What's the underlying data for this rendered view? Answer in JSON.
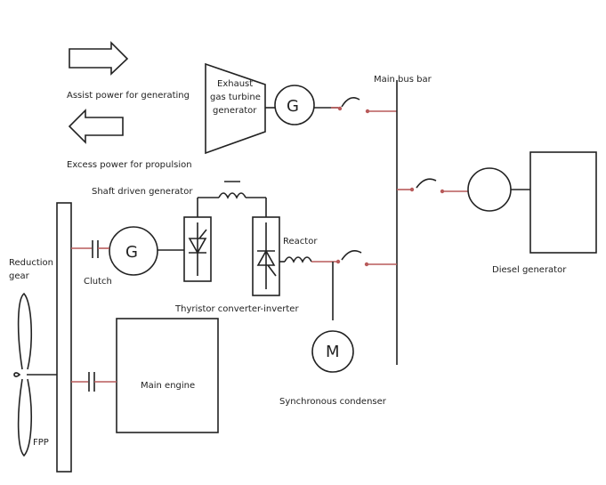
{
  "labels": {
    "assist_power": "Assist power for generating",
    "excess_power": "Excess power for propulsion",
    "exhaust_line1": "Exhaust",
    "exhaust_line2": "gas turbine",
    "exhaust_line3": "generator",
    "main_bus_bar": "Main bus bar",
    "shaft_generator": "Shaft driven generator",
    "reduction_line1": "Reduction",
    "reduction_line2": "gear",
    "clutch": "Clutch",
    "thyristor": "Thyristor converter-inverter",
    "reactor": "Reactor",
    "diesel_generator": "Diesel generator",
    "synchronous_condenser": "Synchronous condenser",
    "main_engine": "Main engine",
    "fpp": "FPP",
    "generator_symbol": "G",
    "motor_symbol": "M"
  },
  "colors": {
    "line": "#222222",
    "connection": "#b85a5a"
  },
  "icons": [
    "right-arrow-icon",
    "left-arrow-icon",
    "propeller-icon",
    "inductor-icon",
    "switch-icon"
  ]
}
